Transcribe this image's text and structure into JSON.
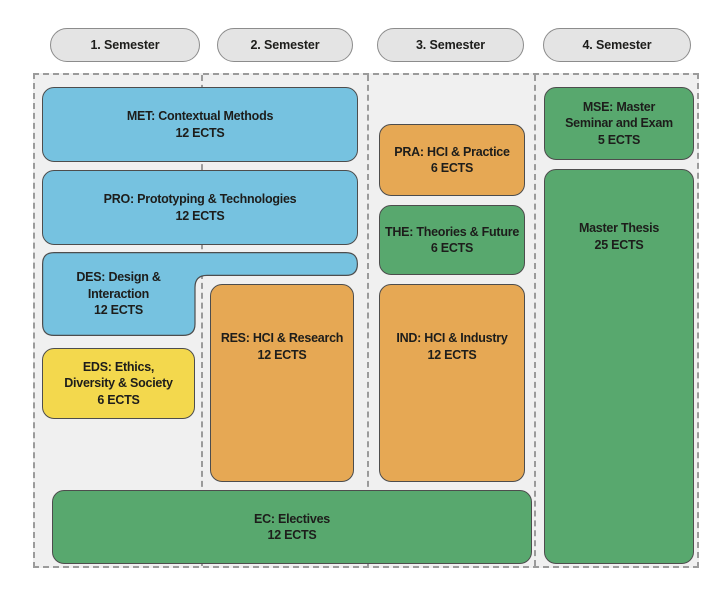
{
  "colors": {
    "blue": "#76c2e0",
    "orange": "#e6a854",
    "green": "#58a86e",
    "yellow": "#f3d84d",
    "border": "#4d4d4d",
    "pillBg": "#e4e4e4",
    "pillBorder": "#8c8c8c",
    "boardBg": "#f0f0f0",
    "dash": "#9b9b9b",
    "text": "#1d1d1b"
  },
  "semesters": [
    {
      "label": "1. Semester"
    },
    {
      "label": "2. Semester"
    },
    {
      "label": "3. Semester"
    },
    {
      "label": "4. Semester"
    }
  ],
  "courses": {
    "met": {
      "title": "MET: Contextual Methods",
      "ects": "12 ECTS",
      "color": "blue"
    },
    "pro": {
      "title": "PRO: Prototyping & Technologies",
      "ects": "12 ECTS",
      "color": "blue"
    },
    "des": {
      "title": "DES: Design &\nInteraction",
      "ects": "12 ECTS",
      "color": "blue"
    },
    "eds": {
      "title": "EDS: Ethics,\nDiversity & Society",
      "ects": "6 ECTS",
      "color": "yellow"
    },
    "res": {
      "title": "RES: HCI & Research",
      "ects": "12 ECTS",
      "color": "orange"
    },
    "pra": {
      "title": "PRA: HCI & Practice",
      "ects": "6 ECTS",
      "color": "orange"
    },
    "the": {
      "title": "THE: Theories & Future",
      "ects": "6 ECTS",
      "color": "green"
    },
    "ind": {
      "title": "IND: HCI & Industry",
      "ects": "12 ECTS",
      "color": "orange"
    },
    "ec": {
      "title": "EC: Electives",
      "ects": "12 ECTS",
      "color": "green"
    },
    "mse": {
      "title": "MSE: Master\nSeminar and Exam",
      "ects": "5 ECTS",
      "color": "green"
    },
    "thesis": {
      "title": "Master Thesis",
      "ects": "25 ECTS",
      "color": "green"
    }
  }
}
